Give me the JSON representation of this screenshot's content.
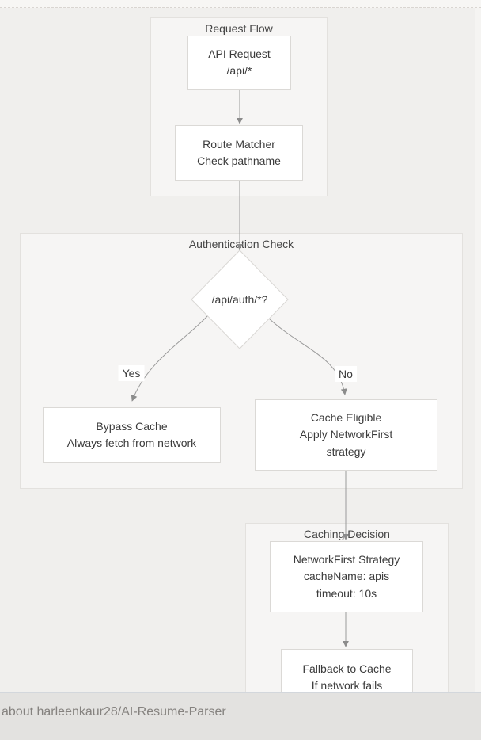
{
  "diagram": {
    "subgraphs": {
      "request_flow": {
        "title": "Request Flow"
      },
      "auth_check": {
        "title": "Authentication Check"
      },
      "caching_decision": {
        "title": "Caching Decision"
      }
    },
    "nodes": {
      "api_request": {
        "line1": "API Request",
        "line2": "/api/*"
      },
      "route_matcher": {
        "line1": "Route Matcher",
        "line2": "Check pathname"
      },
      "auth_decision": {
        "label": "/api/auth/*?"
      },
      "bypass_cache": {
        "line1": "Bypass Cache",
        "line2": "Always fetch from network"
      },
      "cache_eligible": {
        "line1": "Cache Eligible",
        "line2": "Apply NetworkFirst",
        "line3": "strategy"
      },
      "networkfirst_strategy": {
        "line1": "NetworkFirst Strategy",
        "line2": "cacheName: apis",
        "line3": "timeout: 10s"
      },
      "fallback_to_cache": {
        "line1": "Fallback to Cache",
        "line2": "If network fails"
      }
    },
    "edge_labels": {
      "yes": "Yes",
      "no": "No"
    }
  },
  "status_bar": {
    "text": "about harleenkaur28/AI-Resume-Parser"
  },
  "colors": {
    "page_bg": "#f0efed",
    "subgraph_bg": "#f6f5f4",
    "subgraph_border": "#e3e1de",
    "node_bg": "#ffffff",
    "node_border": "#dbd9d6",
    "node_text": "#3b3b3b",
    "edge_line": "#9a9a9a",
    "arrowhead": "#8c8c8c",
    "status_bar_bg": "#e3e2e0",
    "status_bar_text": "#85827f"
  }
}
